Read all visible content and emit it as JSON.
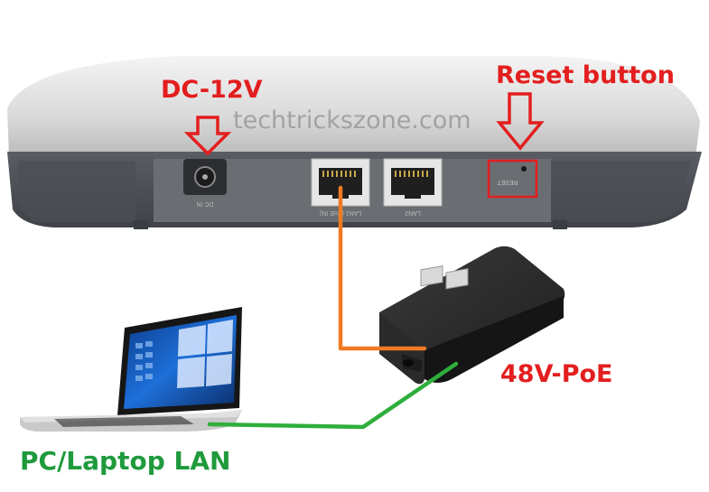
{
  "labels": {
    "dc": "DC-12V",
    "reset": "Reset button",
    "poe": "48V-PoE",
    "pc": "PC/Laptop LAN"
  },
  "watermark": "techtrickszone.com",
  "device_print": {
    "dc_in": "DC IN",
    "lan1": "LAN1 (PoE IN)",
    "lan2": "LAN2",
    "reset": "RESET"
  },
  "colors": {
    "label_red": "#e31e1e",
    "label_green": "#1f9a3c",
    "cable_orange": "#f07a22",
    "cable_green": "#2fae3c",
    "highlight": "#e31e1e"
  },
  "icons": [
    "down-arrow-icon",
    "ethernet-port-icon",
    "dc-jack-icon"
  ]
}
